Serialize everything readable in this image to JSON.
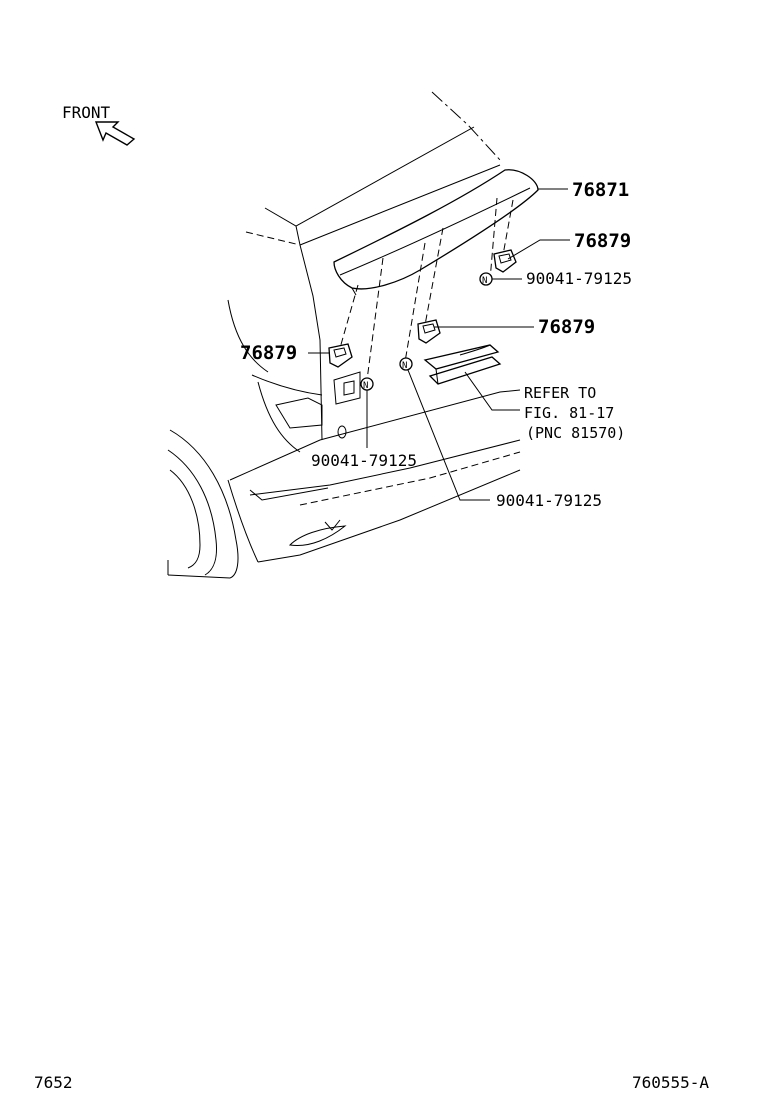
{
  "front_label": "FRONT",
  "callouts": {
    "part_76871": "76871",
    "part_76879_top": "76879",
    "clip_90041_top": "90041-79125",
    "part_76879_mid": "76879",
    "part_76879_left": "76879",
    "refer_line1": "REFER TO",
    "refer_line2": "FIG. 81-17",
    "refer_line3": "(PNC 81570)",
    "clip_90041_left": "90041-79125",
    "clip_90041_bottom": "90041-79125"
  },
  "clip_symbol": "N",
  "footer": {
    "figure_number": "7652",
    "drawing_id": "760555-A"
  }
}
